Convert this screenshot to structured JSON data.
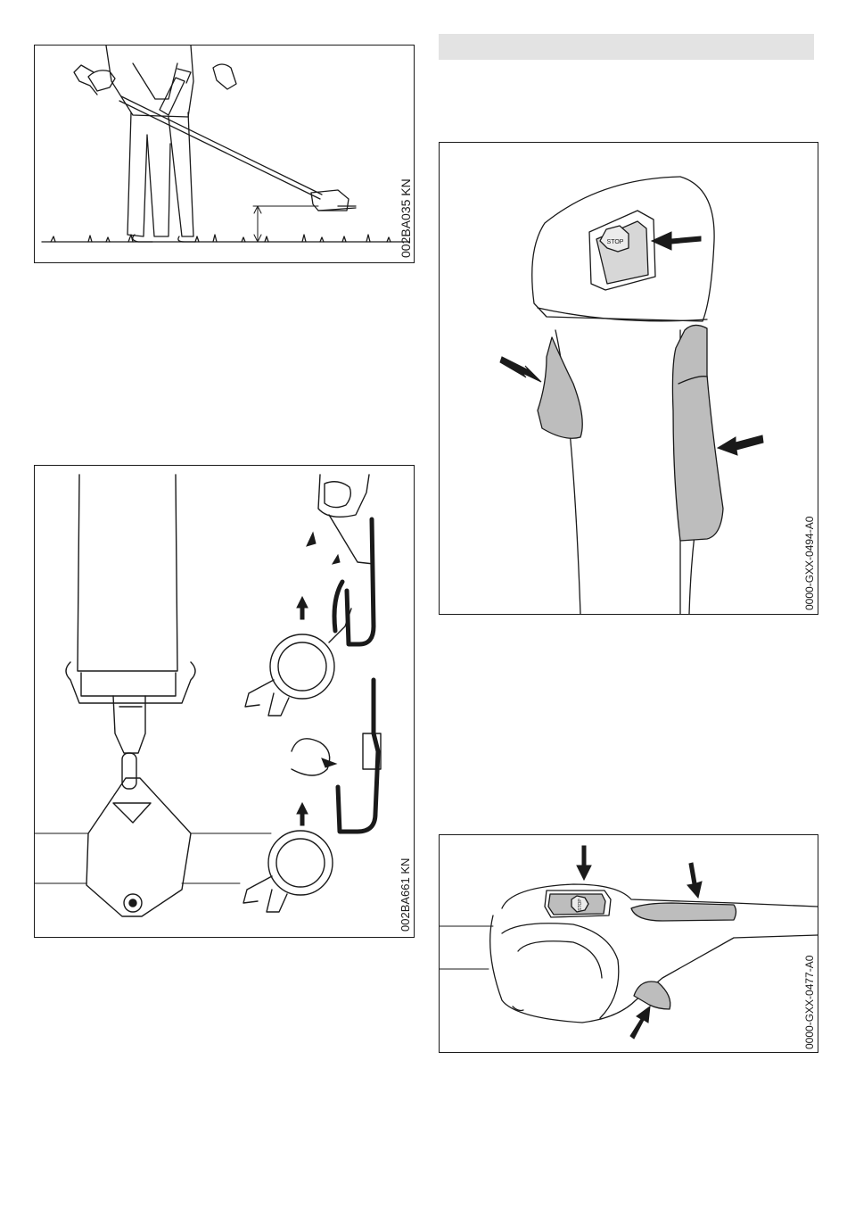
{
  "figures": {
    "fig_trimmer": {
      "code": "002BA035 KN"
    },
    "fig_harness": {
      "code": "002BA661 KN"
    },
    "fig_handle_a": {
      "code": "0000-GXX-0494-A0",
      "stop_label": "STOP"
    },
    "fig_handle_b": {
      "code": "0000-GXX-0477-A0",
      "stop_label": "STOP"
    }
  },
  "colors": {
    "line": "#1a1a1a",
    "grey_fill": "#bdbdbd",
    "bar": "#e3e3e3"
  }
}
